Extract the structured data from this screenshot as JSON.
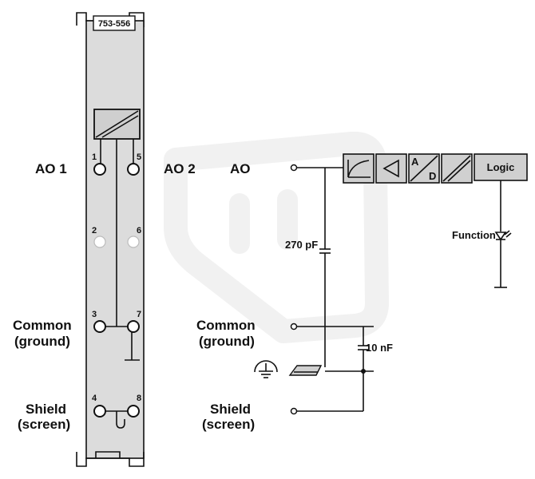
{
  "module": {
    "part_number": "753-556",
    "pins": [
      "1",
      "5",
      "2",
      "6",
      "3",
      "7",
      "4",
      "8"
    ],
    "left_labels": {
      "ao1": "AO 1",
      "ao2": "AO 2",
      "common_line1": "Common",
      "common_line2": "(ground)",
      "shield_line1": "Shield",
      "shield_line2": "(screen)"
    }
  },
  "circuit": {
    "ao": "AO",
    "common_line1": "Common",
    "common_line2": "(ground)",
    "shield_line1": "Shield",
    "shield_line2": "(screen)",
    "cap1": "270 pF",
    "cap2": "10 nF",
    "converter_a": "A",
    "converter_d": "D",
    "logic": "Logic",
    "function": "Function"
  },
  "colors": {
    "module_fill": "#dcdcdc",
    "block_fill": "#d0d0d0",
    "line": "#111111",
    "watermark": "#eeeeee"
  }
}
